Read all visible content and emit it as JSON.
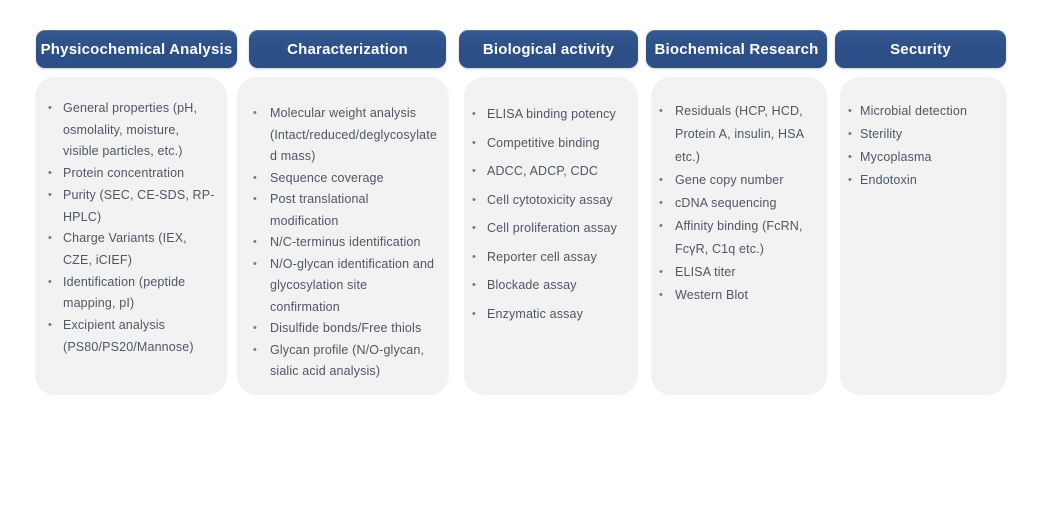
{
  "colors": {
    "header_bg": "#2d4f88",
    "header_text": "#ffffff",
    "card_bg": "#f2f2f3",
    "item_text": "#4e5764",
    "bullet": "#717a87",
    "page_bg": "#ffffff"
  },
  "bullet_glyph": "•",
  "columns": [
    {
      "title": "Physicochemical Analysis",
      "items": [
        "General properties (pH, osmolality, moisture, visible particles, etc.)",
        "Protein concentration",
        "Purity (SEC,  CE-SDS, RP-HPLC)",
        "Charge Variants (IEX, CZE, iCIEF)",
        "Identification (peptide mapping, pI)",
        "Excipient analysis (PS80/PS20/Mannose)"
      ]
    },
    {
      "title": "Characterization",
      "items": [
        "Molecular weight analysis (Intact/reduced/deglycosylated mass)",
        "Sequence coverage",
        "Post translational modification",
        "N/C-terminus identification",
        "N/O-glycan identification and glycosylation site confirmation",
        "Disulfide bonds/Free thiols",
        "Glycan profile (N/O-glycan, sialic acid analysis)"
      ]
    },
    {
      "title": "Biological activity",
      "items": [
        "ELISA binding potency",
        "Competitive binding",
        "ADCC, ADCP, CDC",
        "Cell cytotoxicity assay",
        "Cell proliferation assay",
        "Reporter cell assay",
        "Blockade assay",
        "Enzymatic assay"
      ]
    },
    {
      "title": "Biochemical Research",
      "items": [
        "Residuals (HCP, HCD, Protein A, insulin, HSA etc.)",
        "Gene copy number",
        "cDNA sequencing",
        "Affinity binding (FcRN, FcγR, C1q etc.)",
        "ELISA titer",
        "Western Blot"
      ]
    },
    {
      "title": "Security",
      "items": [
        "Microbial detection",
        "Sterility",
        "Mycoplasma",
        "Endotoxin"
      ]
    }
  ]
}
